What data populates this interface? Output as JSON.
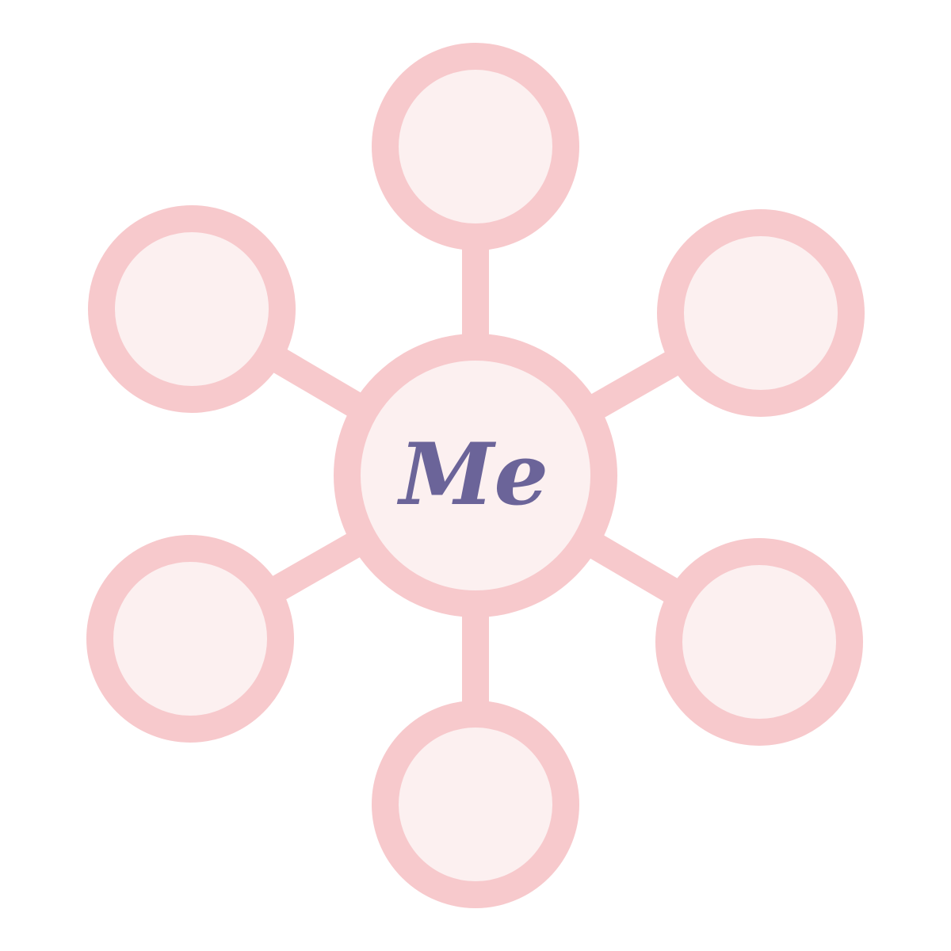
{
  "diagram": {
    "type": "mind-map",
    "center": {
      "label": "Me"
    },
    "satellites": [
      {
        "position": "top",
        "label": ""
      },
      {
        "position": "upper-right",
        "label": ""
      },
      {
        "position": "lower-right",
        "label": ""
      },
      {
        "position": "bottom",
        "label": ""
      },
      {
        "position": "lower-left",
        "label": ""
      },
      {
        "position": "upper-left",
        "label": ""
      }
    ],
    "colors": {
      "stroke": "#f7c9cc",
      "fill": "#fcf0f0",
      "text": "#6b6499",
      "background": "#ffffff"
    }
  }
}
